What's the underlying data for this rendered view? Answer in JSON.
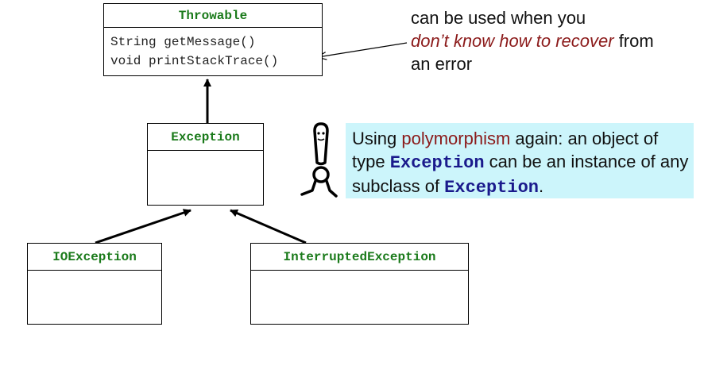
{
  "classes": {
    "throwable": {
      "name": "Throwable",
      "methods": [
        "String getMessage()",
        "void printStackTrace()"
      ]
    },
    "exception": {
      "name": "Exception"
    },
    "ioexception": {
      "name": "IOException"
    },
    "interrupted": {
      "name": "InterruptedException"
    }
  },
  "note": {
    "line1": "can be used when you",
    "emphasis": "don’t know how to recover",
    "line3": " from an error"
  },
  "callout": {
    "pre": "Using ",
    "highlight": "polymorphism",
    "mid1": " again: an object of type ",
    "code1": "Exception",
    "mid2": " can be an instance of any subclass of ",
    "code2": "Exception",
    "end": "."
  },
  "colors": {
    "class_name": "#1a7a1a",
    "emphasis": "#8b1a1a",
    "code": "#1a1a8c",
    "callout_bg": "#ccf5fb"
  },
  "icons": [
    "stick-figure-icon"
  ]
}
